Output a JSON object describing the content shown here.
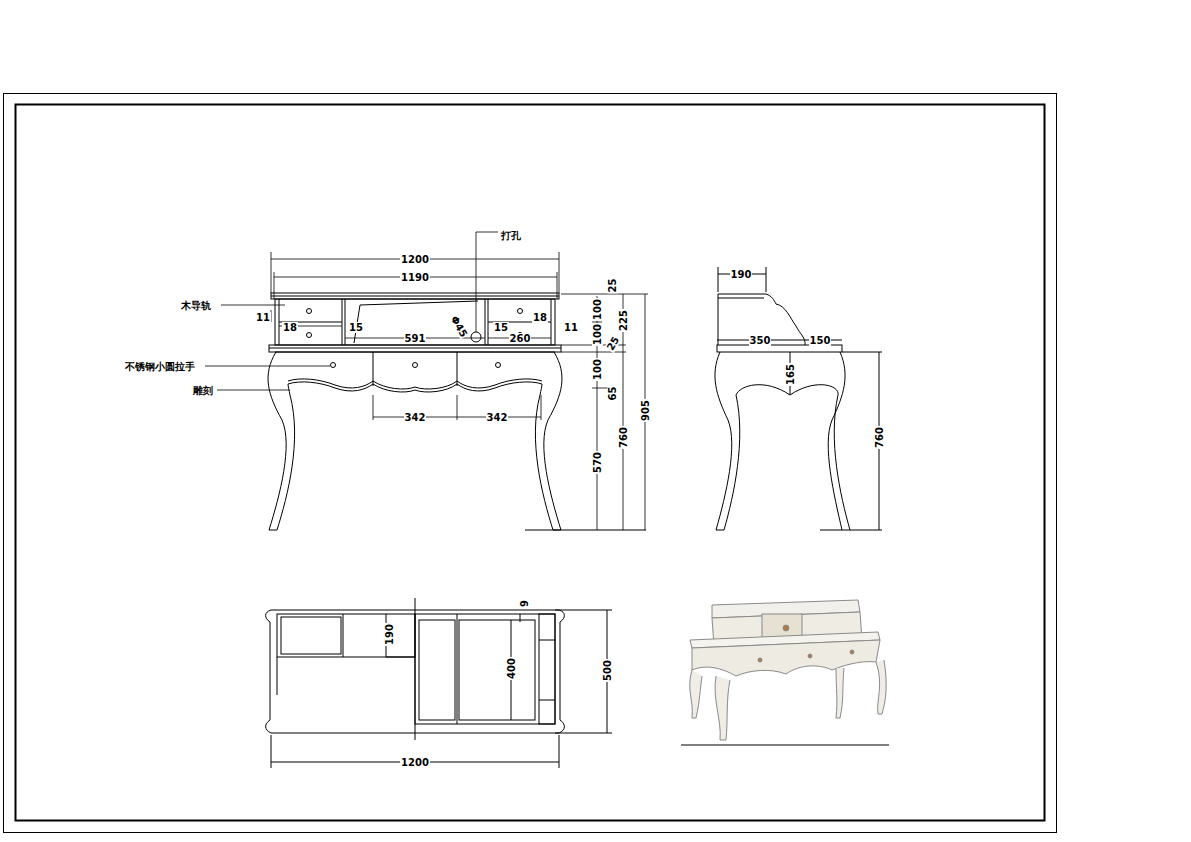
{
  "diagram": {
    "labels": [
      "打孔",
      "1200",
      "1190",
      "木导轨",
      "11",
      "18",
      "15",
      "591",
      "Φ45",
      "15",
      "260",
      "18",
      "11",
      "25",
      "100",
      "100",
      "225",
      "25",
      "100",
      "65",
      "905",
      "760",
      "570",
      "不锈钢小圆拉手",
      "雕刻",
      "342",
      "342",
      "190",
      "350",
      "150",
      "165",
      "760",
      "190",
      "9",
      "400",
      "500",
      "1200"
    ]
  }
}
